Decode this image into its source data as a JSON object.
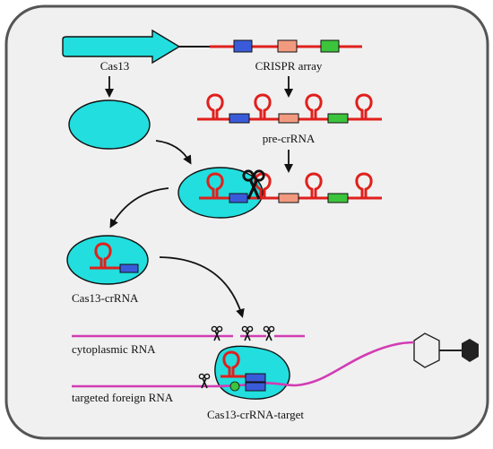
{
  "labels": {
    "cas13": "Cas13",
    "crispr_array": "CRISPR array",
    "pre_crrna": "pre-crRNA",
    "cas13_crrna": "Cas13-crRNA",
    "cytoplasmic_rna": "cytoplasmic RNA",
    "targeted_foreign_rna": "targeted foreign RNA",
    "cas13_crrna_target": "Cas13-crRNA-target"
  },
  "colors": {
    "cell_fill": "#f0f0f0",
    "cell_border": "#555555",
    "cas13_protein": "#22dede",
    "crispr_line": "#e0201c",
    "spacer_blue": "#3a5bd9",
    "spacer_salmon": "#f29a80",
    "spacer_green": "#3cc43c",
    "rna_magenta": "#d23cb4",
    "phage_dark": "#222222"
  },
  "icons": [
    "scissors-icon",
    "bacteriophage-icon"
  ]
}
